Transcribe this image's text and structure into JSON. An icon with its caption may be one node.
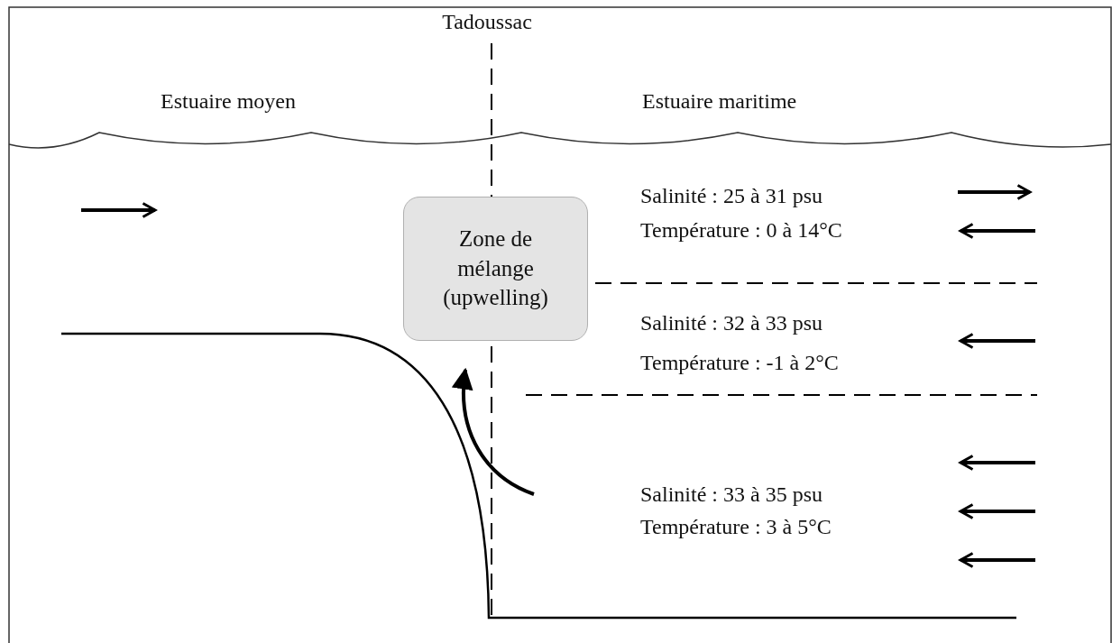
{
  "diagram": {
    "nodes": [
      {
        "text": [
          "Zone de mélange (upwelling)"
        ]
      }
    ],
    "labels": [
      "Tadoussac",
      "Estuaire moyen",
      "Estuaire maritime",
      "Salinité : 25 à 31 psu",
      "Température : 0 à 14°C",
      "Salinité : 32 à 33 psu",
      "Température : -1 à 2°C",
      "Salinité : 33 à 35 psu",
      "Température : 3 à 5°C"
    ]
  }
}
